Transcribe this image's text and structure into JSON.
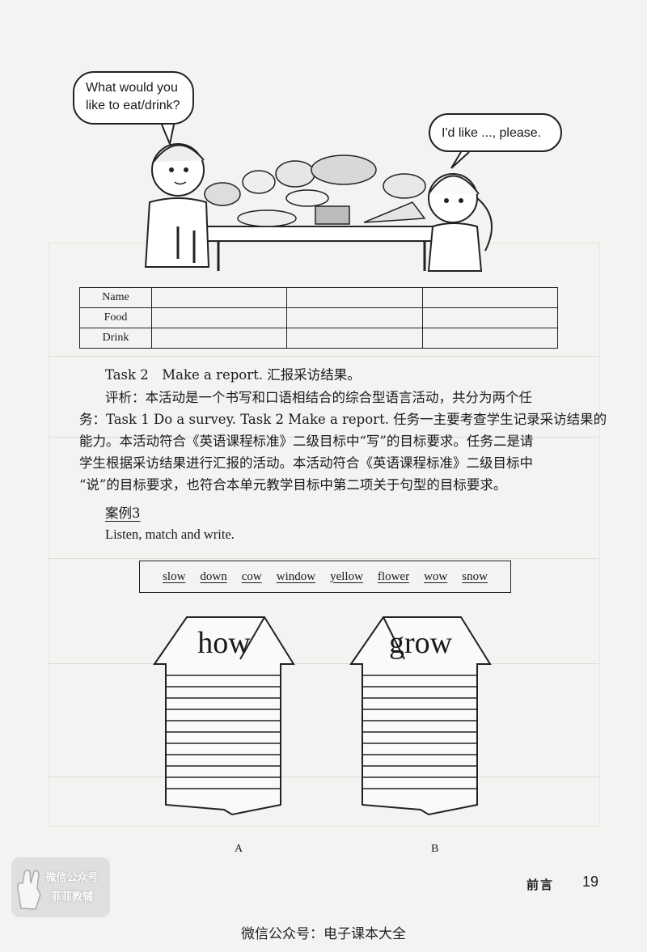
{
  "illustration": {
    "bubble_left_line1": "What would you",
    "bubble_left_line2": "like to eat/drink?",
    "bubble_right": "I'd like ..., please."
  },
  "survey_table": {
    "rows": [
      "Name",
      "Food",
      "Drink"
    ]
  },
  "task2": "Task 2 Make a report. 汇报采访结果。",
  "analysis": {
    "lines": [
      "评析：本活动是一个书写和口语相结合的综合型语言活动，共分为两个任",
      "务：Task 1 Do a survey. Task 2 Make a report. 任务一主要考查学生记录采访结果的",
      "能力。本活动符合《英语课程标准》二级目标中“写”的目标要求。任务二是请",
      "学生根据采访结果进行汇报的活动。本活动符合《英语课程标准》二级目标中",
      "“说”的目标要求，也符合本单元教学目标中第二项关于句型的目标要求。"
    ]
  },
  "case_title": "案例3",
  "instruction": "Listen, match and write.",
  "word_bank": [
    "slow",
    "down",
    "cow",
    "window",
    "yellow",
    "flower",
    "wow",
    "snow"
  ],
  "houses": [
    {
      "word": "how",
      "caption": "A"
    },
    {
      "word": "grow",
      "caption": "B"
    }
  ],
  "footer": {
    "section": "前言",
    "page_number": "19"
  },
  "watermarks": {
    "badge_line1": "微信公众号",
    "badge_line2": "菲菲教辅",
    "bottom": "微信公众号：电子课本大全"
  }
}
